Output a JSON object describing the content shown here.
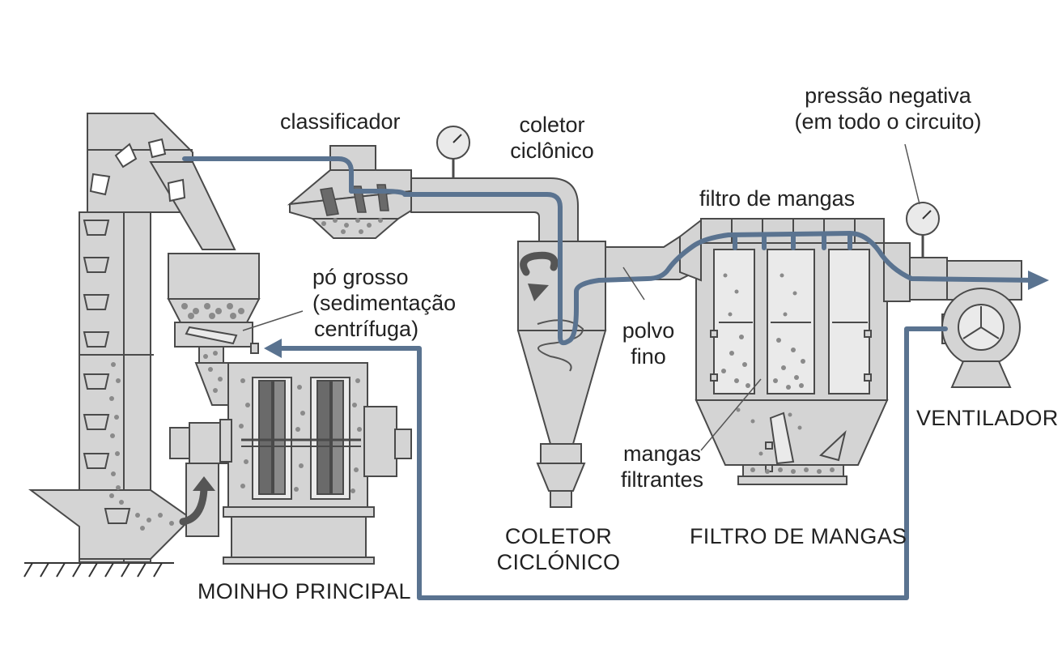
{
  "labels": {
    "classifier": "classificador",
    "cyclone_top": [
      "coletor",
      "ciclônico"
    ],
    "negative_pressure": [
      "pressão negativa",
      "(em todo o circuito)"
    ],
    "bag_filter_top": "filtro de mangas",
    "coarse_powder": [
      "pó grosso",
      "(sedimentação",
      "centrífuga)"
    ],
    "fine_powder": [
      "polvo",
      "fino"
    ],
    "filter_bags": [
      "mangas",
      "filtrantes"
    ]
  },
  "captions": {
    "main_mill": "MOINHO PRINCIPAL",
    "cyclone": [
      "COLETOR",
      "CICLÓNICO"
    ],
    "bag_filter": "FILTRO DE MANGAS",
    "fan": "VENTILADOR"
  },
  "colors": {
    "air_duct": "#5a7390",
    "equipment_fill": "#d4d4d4",
    "equipment_stroke": "#4a4a4a",
    "particles": "#8a8a8a",
    "dark_blades": "#6a6a6a"
  },
  "icons": [
    "pressure-gauge-icon",
    "flow-arrow-icon",
    "swirl-arrow-icon"
  ]
}
